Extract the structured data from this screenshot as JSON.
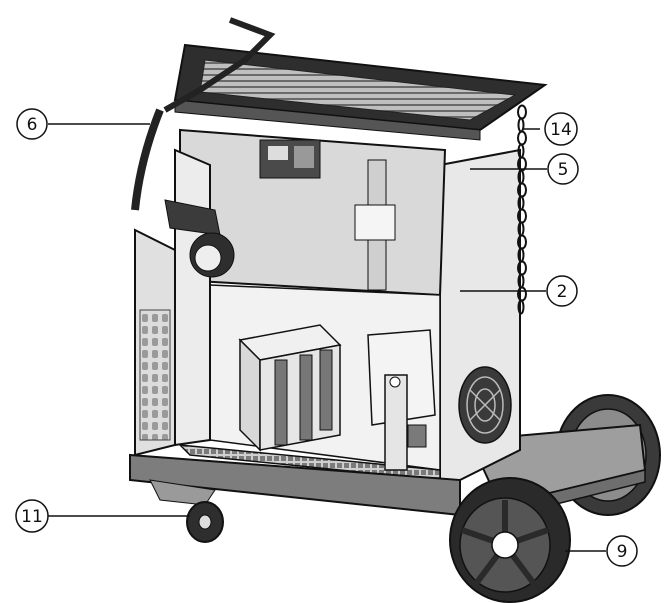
{
  "diagram": {
    "callouts": [
      {
        "id": "c6",
        "label": "6"
      },
      {
        "id": "c14",
        "label": "14"
      },
      {
        "id": "c5",
        "label": "5"
      },
      {
        "id": "c2",
        "label": "2"
      },
      {
        "id": "c11",
        "label": "11"
      },
      {
        "id": "c9",
        "label": "9"
      }
    ]
  }
}
